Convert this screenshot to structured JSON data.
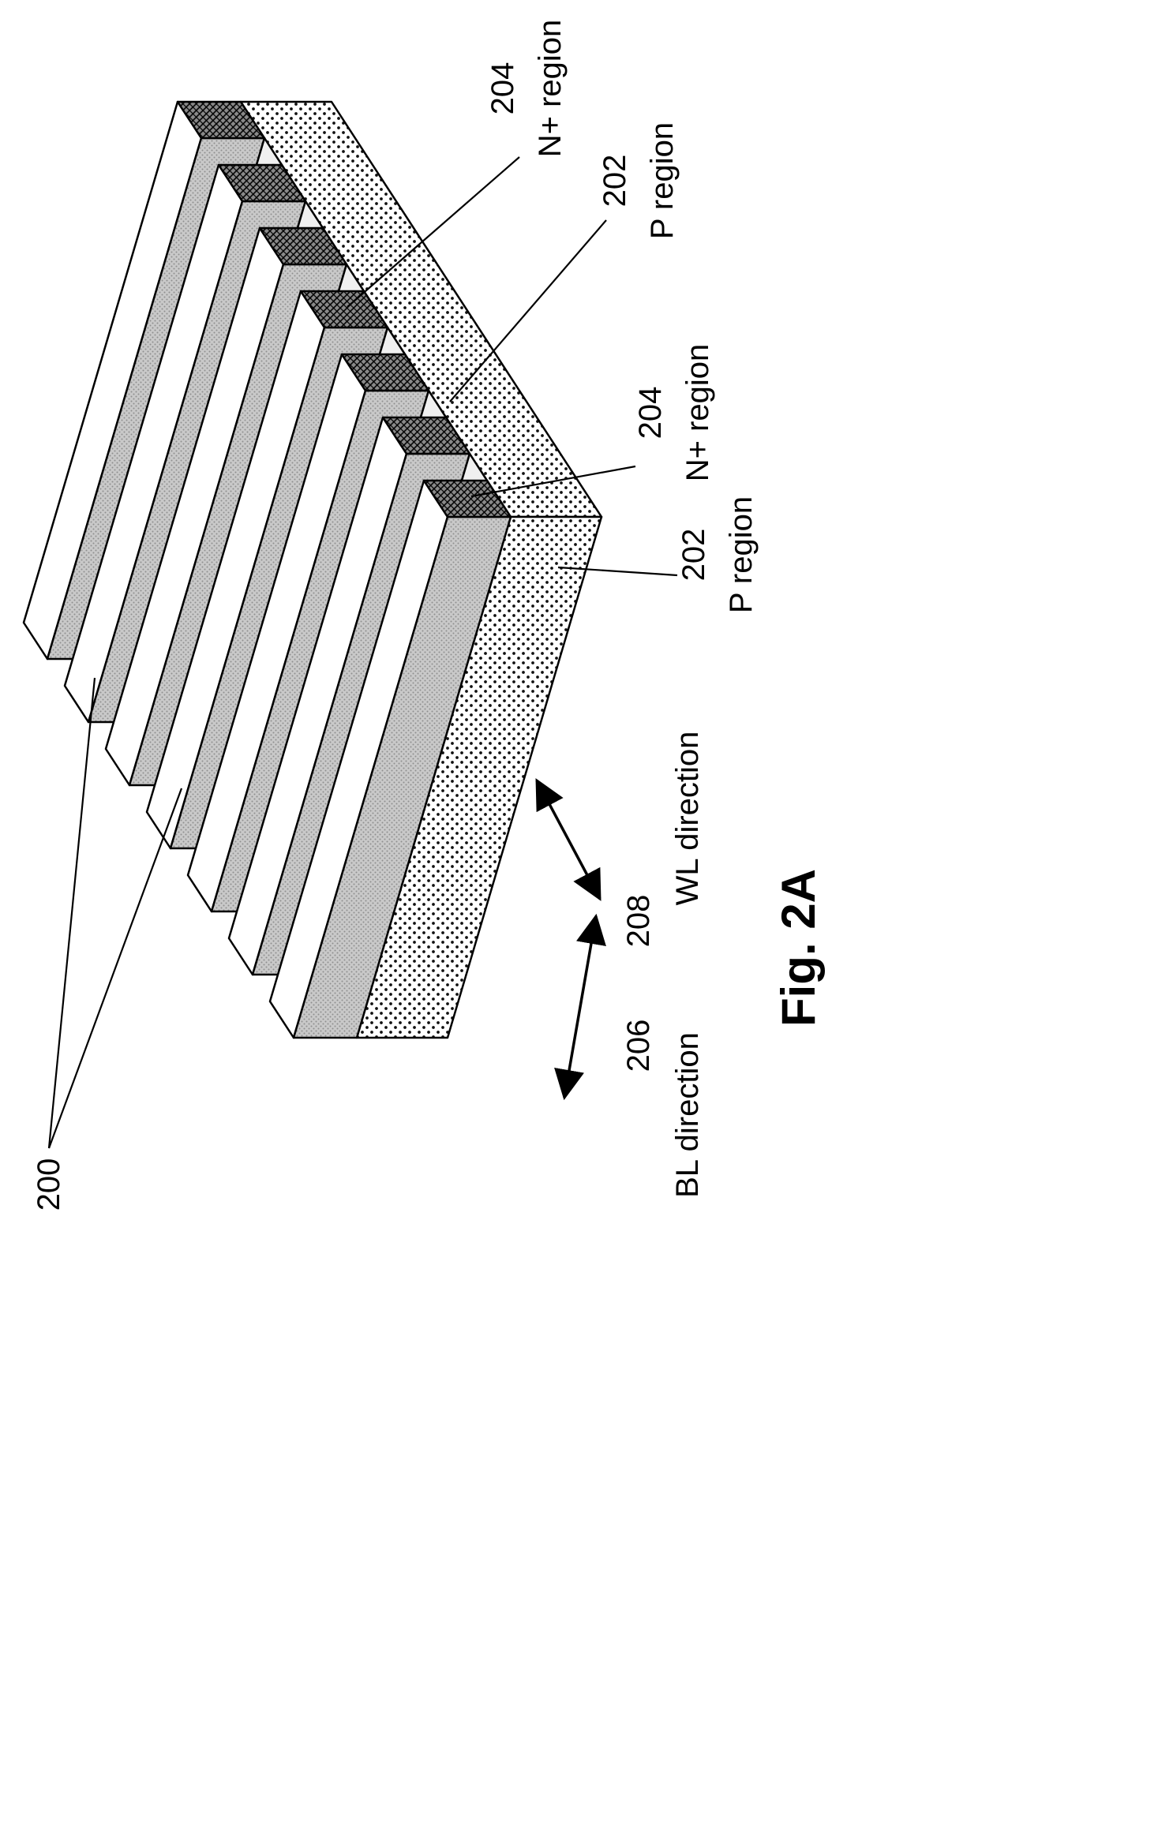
{
  "figure": {
    "caption": "Fig. 2A",
    "reference_number": "200",
    "region_labels": [
      {
        "number": "204",
        "name": "N+ region"
      },
      {
        "number": "202",
        "name": "P region"
      },
      {
        "number": "204",
        "name": "N+ region"
      },
      {
        "number": "202",
        "name": "P region"
      }
    ],
    "direction_labels": {
      "bl": {
        "number": "206",
        "name": "BL direction"
      },
      "wl": {
        "number": "208",
        "name": "WL direction"
      }
    }
  }
}
